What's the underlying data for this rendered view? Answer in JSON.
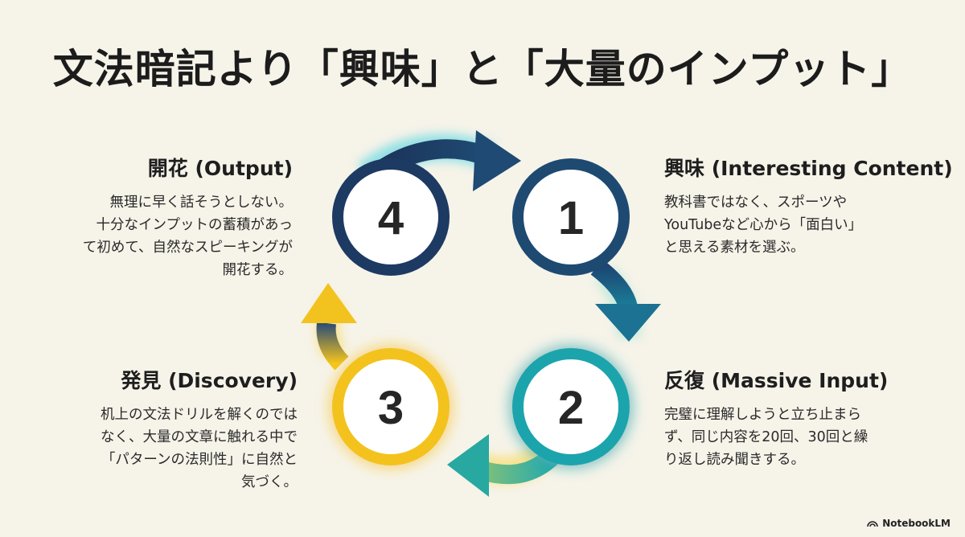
{
  "title": "文法暗記より「興味」と「大量のインプット」",
  "steps": [
    {
      "number": "1",
      "heading": "興味 (Interesting Content)",
      "lines": [
        "教科書ではなく、スポーツや",
        "YouTubeなど心から「面白い」",
        "と思える素材を選ぶ。"
      ]
    },
    {
      "number": "2",
      "heading": "反復 (Massive Input)",
      "lines": [
        "完璧に理解しようと立ち止まら",
        "ず、同じ内容を20回、30回と繰",
        "り返し読み聞きする。"
      ]
    },
    {
      "number": "3",
      "heading": "発見 (Discovery)",
      "lines": [
        "机上の文法ドリルを解くのでは",
        "なく、大量の文章に触れる中で",
        "「パターンの法則性」に自然と",
        "気づく。"
      ]
    },
    {
      "number": "4",
      "heading": "開花 (Output)",
      "lines": [
        "無理に早く話そうとしない。",
        "十分なインプットの蓄積があっ",
        "て初めて、自然なスピーキングが",
        "開花する。"
      ]
    }
  ],
  "colors": {
    "background": "#f6f3e9",
    "navy": "#1d3a63",
    "teal": "#1fa4ad",
    "gold": "#f4c21e",
    "circle_fill": "#ffffff"
  },
  "brand": "NotebookLM"
}
